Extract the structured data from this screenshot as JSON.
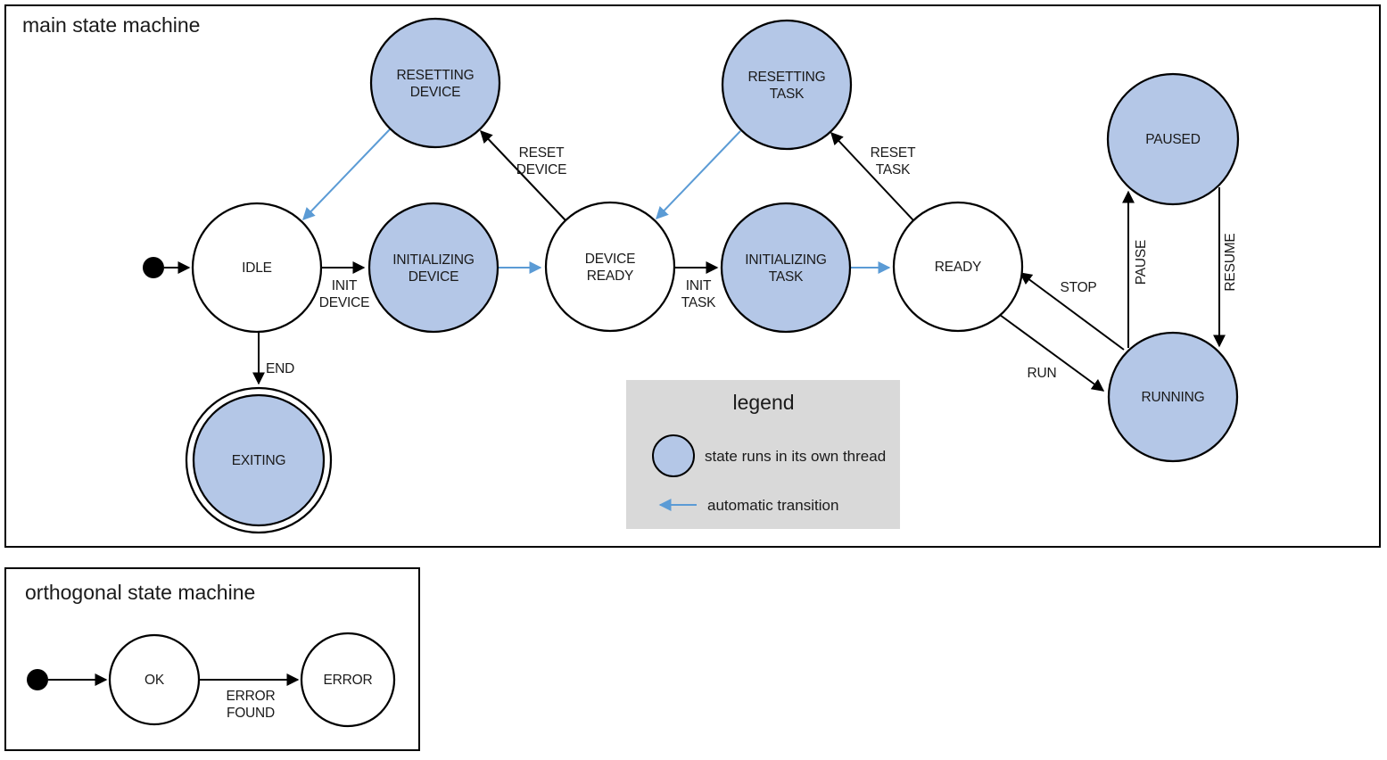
{
  "colors": {
    "threaded_state_fill": "#b4c7e7",
    "plain_state_fill": "#ffffff",
    "outline": "#000000",
    "auto_transition_blue": "#5b9bd5",
    "legend_background": "#d9d9d9"
  },
  "main_machine": {
    "title": "main state machine",
    "states": {
      "idle": "IDLE",
      "resetting_device": [
        "RESETTING",
        "DEVICE"
      ],
      "initializing_device": [
        "INITIALIZING",
        "DEVICE"
      ],
      "device_ready": [
        "DEVICE",
        "READY"
      ],
      "resetting_task": [
        "RESETTING",
        "TASK"
      ],
      "initializing_task": [
        "INITIALIZING",
        "TASK"
      ],
      "ready": "READY",
      "paused": "PAUSED",
      "running": "RUNNING",
      "exiting": "EXITING"
    },
    "transitions": {
      "init_device": [
        "INIT",
        "DEVICE"
      ],
      "reset_device": [
        "RESET",
        "DEVICE"
      ],
      "init_task": [
        "INIT",
        "TASK"
      ],
      "reset_task": [
        "RESET",
        "TASK"
      ],
      "stop": "STOP",
      "run": "RUN",
      "pause": "PAUSE",
      "resume": "RESUME",
      "end": "END"
    }
  },
  "legend": {
    "title": "legend",
    "threaded_state": "state runs in its own thread",
    "automatic_transition": "automatic transition"
  },
  "orthogonal_machine": {
    "title": "orthogonal state machine",
    "states": {
      "ok": "OK",
      "error": "ERROR"
    },
    "transitions": {
      "error_found": [
        "ERROR",
        "FOUND"
      ]
    }
  }
}
